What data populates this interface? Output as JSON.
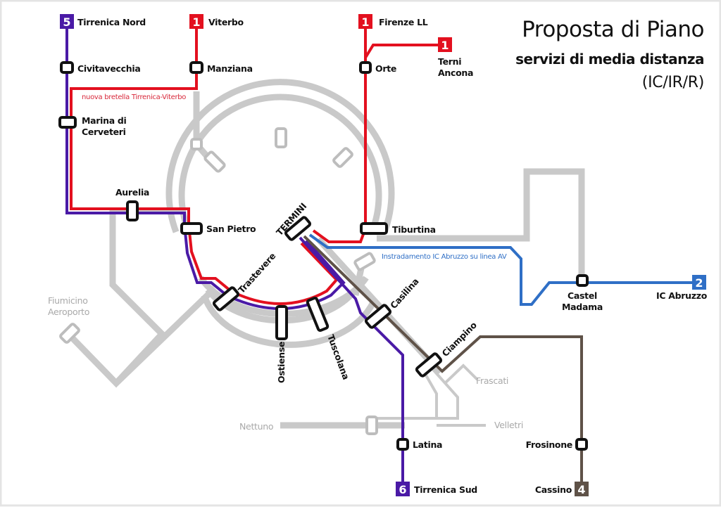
{
  "title": {
    "line1": "Proposta di Piano",
    "line2": "servizi di media distanza",
    "line3": "(IC/IR/R)"
  },
  "colors": {
    "red": "#e3101f",
    "purple": "#4a1aa6",
    "blue": "#2f6fc6",
    "brown": "#5f5248",
    "gray": "#c9c9c9",
    "gray_text": "#a9a9a9"
  },
  "lines": [
    {
      "id": "line-5",
      "number": "5",
      "terminus": "Tirrenica Nord",
      "color": "#4a1aa6"
    },
    {
      "id": "line-1-viterbo",
      "number": "1",
      "terminus": "Viterbo",
      "color": "#e3101f"
    },
    {
      "id": "line-1-firenze",
      "number": "1",
      "terminus": "Firenze LL",
      "color": "#e3101f"
    },
    {
      "id": "line-1-terni",
      "number": "1",
      "terminus": "Terni\nAncona",
      "terminus_l1": "Terni",
      "terminus_l2": "Ancona",
      "color": "#e3101f"
    },
    {
      "id": "line-2",
      "number": "2",
      "terminus": "IC Abruzzo",
      "color": "#2f6fc6"
    },
    {
      "id": "line-6",
      "number": "6",
      "terminus": "Tirrenica Sud",
      "color": "#4a1aa6"
    },
    {
      "id": "line-4",
      "number": "4",
      "terminus": "Cassino",
      "color": "#5f5248"
    }
  ],
  "stations": {
    "civitavecchia": "Civitavecchia",
    "manziana": "Manziana",
    "orte": "Orte",
    "marina_l1": "Marina di",
    "marina_l2": "Cerveteri",
    "aurelia": "Aurelia",
    "san_pietro": "San Pietro",
    "termini": "TERMINI",
    "tiburtina": "Tiburtina",
    "trastevere": "Trastevere",
    "ostiense": "Ostiense",
    "tuscolana": "Tuscolana",
    "casilina": "Casilina",
    "ciampino": "Ciampino",
    "castel_l1": "Castel",
    "castel_l2": "Madama",
    "latina": "Latina",
    "frosinone": "Frosinone"
  },
  "gray_labels": {
    "fiumicino_l1": "Fiumicino",
    "fiumicino_l2": "Aeroporto",
    "frascati": "Frascati",
    "nettuno": "Nettuno",
    "velletri": "Velletri"
  },
  "notes": {
    "bretella": "nuova bretella Tirrenica-Viterbo",
    "abruzzo_av": "Instradamento IC Abruzzo su linea AV"
  }
}
